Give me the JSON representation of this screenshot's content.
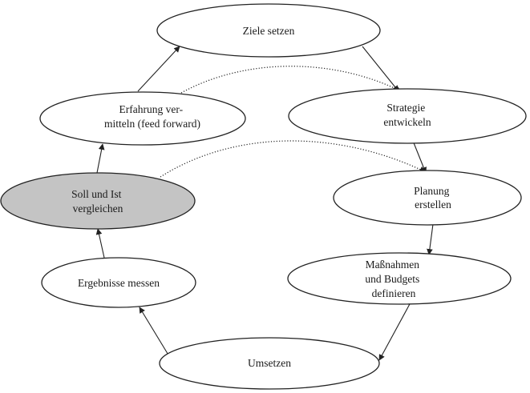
{
  "diagram": {
    "type": "cycle",
    "nodes": [
      {
        "id": "ziele",
        "lines": [
          "Ziele setzen"
        ],
        "highlighted": false
      },
      {
        "id": "strategie",
        "lines": [
          "Strategie",
          "entwickeln"
        ],
        "highlighted": false
      },
      {
        "id": "planung",
        "lines": [
          "Planung",
          "erstellen"
        ],
        "highlighted": false
      },
      {
        "id": "massnahmen",
        "lines": [
          "Maßnahmen",
          "und Budgets",
          "definieren"
        ],
        "highlighted": false
      },
      {
        "id": "umsetzen",
        "lines": [
          "Umsetzen"
        ],
        "highlighted": false
      },
      {
        "id": "ergebnisse",
        "lines": [
          "Ergebnisse messen"
        ],
        "highlighted": false
      },
      {
        "id": "vergleich",
        "lines": [
          "Soll und Ist",
          "vergleichen"
        ],
        "highlighted": true
      },
      {
        "id": "erfahrung",
        "lines": [
          "Erfahrung ver-",
          "mitteln (feed forward)"
        ],
        "highlighted": false
      }
    ],
    "edges": [
      {
        "from": "ziele",
        "to": "strategie",
        "style": "solid"
      },
      {
        "from": "strategie",
        "to": "planung",
        "style": "solid"
      },
      {
        "from": "planung",
        "to": "massnahmen",
        "style": "solid"
      },
      {
        "from": "massnahmen",
        "to": "umsetzen",
        "style": "solid"
      },
      {
        "from": "umsetzen",
        "to": "ergebnisse",
        "style": "solid"
      },
      {
        "from": "ergebnisse",
        "to": "vergleich",
        "style": "solid"
      },
      {
        "from": "vergleich",
        "to": "erfahrung",
        "style": "solid"
      },
      {
        "from": "erfahrung",
        "to": "ziele",
        "style": "solid"
      },
      {
        "from": "erfahrung",
        "to": "strategie",
        "style": "dotted"
      },
      {
        "from": "vergleich",
        "to": "planung",
        "style": "dotted"
      }
    ],
    "colors": {
      "highlight_fill": "#c4c4c4",
      "stroke": "#222222"
    }
  }
}
